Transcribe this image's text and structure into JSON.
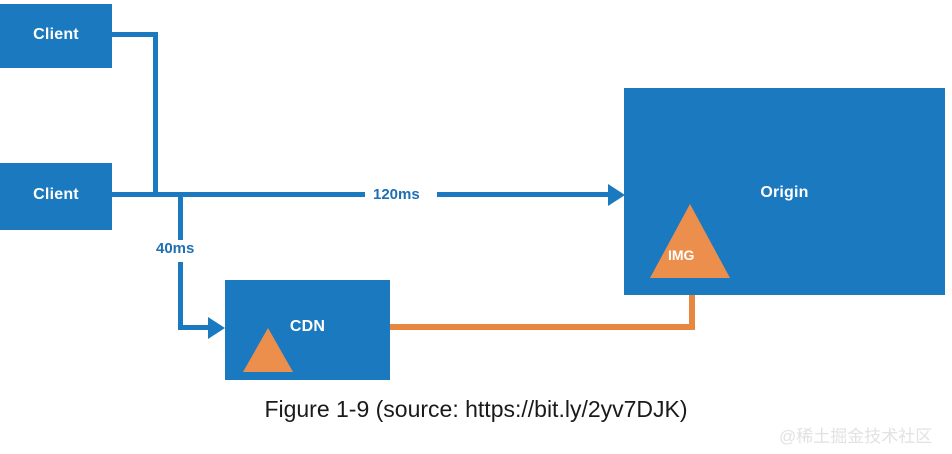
{
  "diagram": {
    "title": "CDN latency diagram",
    "colors": {
      "node_blue": "#1b79c0",
      "edge_blue": "#1b79c0",
      "label_blue": "#1f6fb2",
      "accent_orange": "#ed8f4c",
      "edge_orange": "#e8873f",
      "background": "#ffffff",
      "node_text": "#ffffff",
      "caption_text": "#1a1a1a",
      "watermark_text": "#e2e2e2"
    },
    "nodes": {
      "client_top": {
        "label": "Client"
      },
      "client_bottom": {
        "label": "Client"
      },
      "cdn": {
        "label": "CDN"
      },
      "origin": {
        "label": "Origin"
      }
    },
    "assets": {
      "img_triangle": {
        "label": "IMG"
      },
      "cdn_triangle": {
        "label": ""
      }
    },
    "edges": {
      "client_to_origin": {
        "label": "120ms"
      },
      "client_to_cdn": {
        "label": "40ms"
      },
      "cdn_to_origin": {
        "label": ""
      }
    }
  },
  "caption": {
    "text": "Figure 1-9 (source: https://bit.ly/2yv7DJK)"
  },
  "watermark": {
    "text": "@稀土掘金技术社区"
  }
}
